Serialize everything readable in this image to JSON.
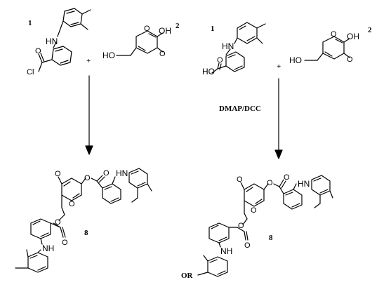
{
  "left_reaction": {
    "reactant1_number": "1",
    "reactant2_number": "2",
    "plus": "+",
    "product_number": "8",
    "atoms": {
      "nh_top": "HN",
      "cl": "Cl",
      "carbonyl_o": "O",
      "ho": "HO",
      "oh": "OH",
      "ring_o": "O",
      "keto_o": "O",
      "prod_keto_o": "O",
      "prod_ring_o": "O",
      "prod_ester_o1": "O",
      "prod_ester_o2": "O",
      "prod_nh_top": "HN",
      "prod_ester_o3": "O",
      "prod_ester_o4": "O",
      "prod_nh_bottom": "NH"
    }
  },
  "right_reaction": {
    "reactant1_number": "1",
    "reactant2_number": "2",
    "plus": "+",
    "conditions": "DMAP/DCC",
    "product_number": "8",
    "or_label": "OR",
    "atoms": {
      "nh_top": "HN",
      "ho_acid": "HO",
      "acid_o": "O",
      "ho": "HO",
      "oh": "OH",
      "ring_o": "O",
      "keto_o": "O",
      "prod_keto_o": "O",
      "prod_ring_o": "O",
      "prod_ester_o1": "O",
      "prod_ester_o2": "O",
      "prod_nh_top": "HN",
      "prod_ester_o3": "O",
      "prod_ester_o4": "O",
      "prod_nh_bottom": "NH"
    }
  }
}
